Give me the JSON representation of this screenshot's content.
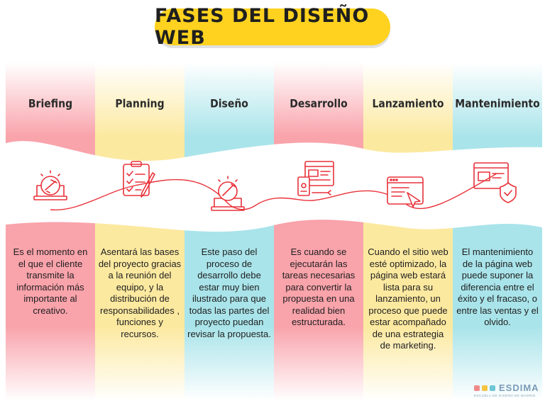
{
  "title": "FASES DEL DISEÑO WEB",
  "colors": {
    "title_bg": "#ffd21f",
    "accent_red": "#e8323a",
    "col_pink": "#f9a3ab",
    "col_yellow": "#fce9a0",
    "col_cyan": "#a9e4ea"
  },
  "phases": [
    {
      "name": "Briefing",
      "icon": "idea-lightbulb-icon",
      "color": "#f9a3ab",
      "text": "Es el momento en el que el cliente transmite la información más importante al creativo."
    },
    {
      "name": "Planning",
      "icon": "clipboard-checklist-icon",
      "color": "#fce9a0",
      "text": "Asentará las bases del proyecto gracias a la reunión del equipo, y la distribución de responsabilidades , funciones y recursos."
    },
    {
      "name": "Diseño",
      "icon": "design-lightbulb-icon",
      "color": "#a9e4ea",
      "text": "Este paso del proceso de desarrollo debe estar muy bien ilustrado para que todas las partes del proyecto puedan revisar la propuesta."
    },
    {
      "name": "Desarrollo",
      "icon": "devices-development-icon",
      "color": "#f9a3ab",
      "text": "Es cuando se ejecutarán las tareas necesarias para convertir la propuesta en una realidad bien estructurada."
    },
    {
      "name": "Lanzamiento",
      "icon": "browser-launch-icon",
      "color": "#fce9a0",
      "text": "Cuando el sitio web esté optimizado, la página web estará lista para su lanzamiento, un proceso que puede estar acompañado de una estrategia de marketing."
    },
    {
      "name": "Mantenimiento",
      "icon": "screen-shield-icon",
      "color": "#a9e4ea",
      "text": "El mantenimiento de la página web puede suponer la diferencia entre el éxito y el fracaso, o entre las ventas y el olvido."
    }
  ],
  "brand": {
    "name": "ESDIMA",
    "tagline": "ESCUELA DE DISEÑO DE MADRID",
    "colors": [
      "#f08a8a",
      "#f5c542",
      "#6fc6d6"
    ]
  }
}
